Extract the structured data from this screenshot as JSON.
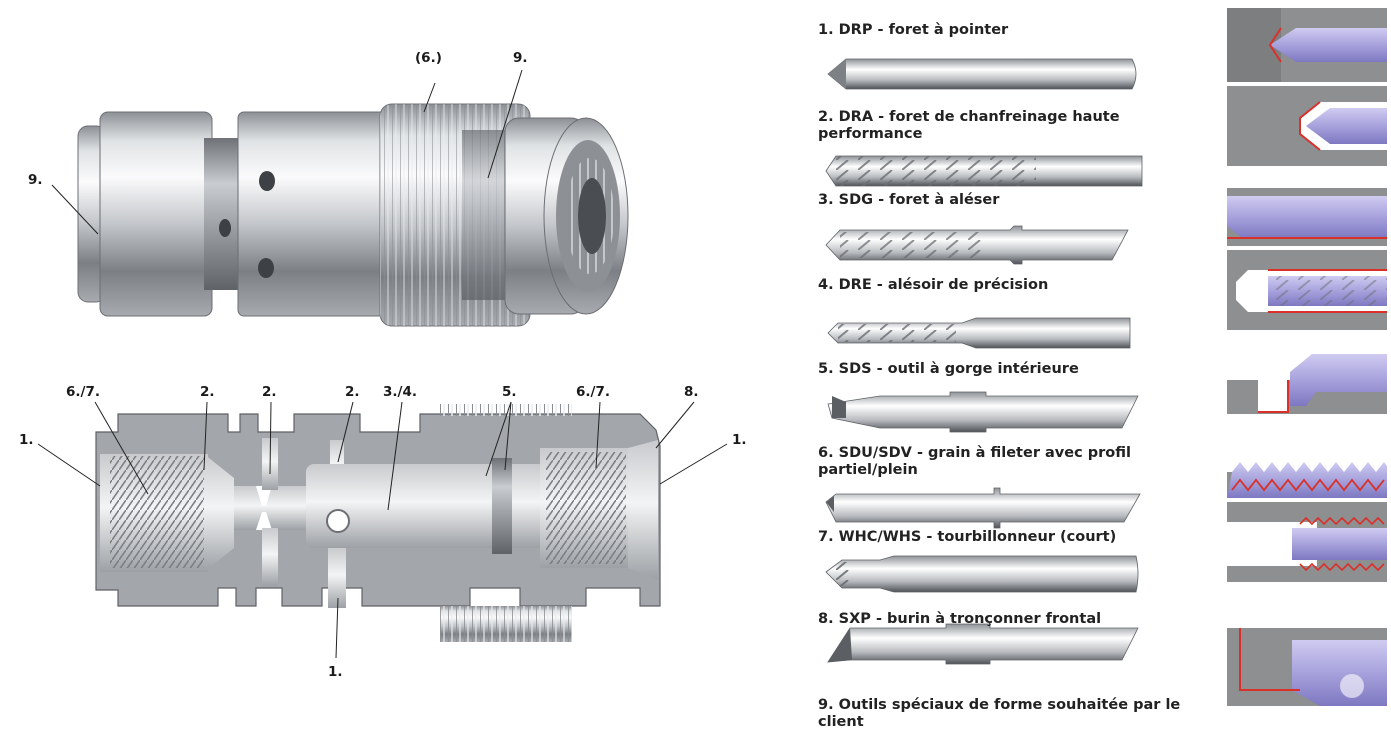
{
  "top_callouts": [
    {
      "id": "t1",
      "text": "(6.)"
    },
    {
      "id": "t2",
      "text": "9."
    },
    {
      "id": "t3",
      "text": "9."
    }
  ],
  "section_callouts": [
    {
      "id": "s1",
      "text": "6./7."
    },
    {
      "id": "s2",
      "text": "2."
    },
    {
      "id": "s3",
      "text": "2."
    },
    {
      "id": "s4",
      "text": "2."
    },
    {
      "id": "s5",
      "text": "3./4."
    },
    {
      "id": "s6",
      "text": "5."
    },
    {
      "id": "s7",
      "text": "6./7."
    },
    {
      "id": "s8",
      "text": "8."
    },
    {
      "id": "s9",
      "text": "1."
    },
    {
      "id": "s10",
      "text": "1."
    },
    {
      "id": "s11",
      "text": "1."
    }
  ],
  "tools": [
    {
      "label": "1. DRP - foret à pointer",
      "icon": "spot-drill-icon"
    },
    {
      "label": "2. DRA - foret de chanfreinage haute performance",
      "icon": "chamfer-drill-icon"
    },
    {
      "label": "3. SDG - foret à aléser",
      "icon": "boring-drill-icon"
    },
    {
      "label": "4. DRE - alésoir de précision",
      "icon": "reamer-icon"
    },
    {
      "label": "5. SDS - outil à gorge intérieure",
      "icon": "internal-grooving-tool-icon"
    },
    {
      "label": "6. SDU/SDV - grain à fileter avec profil partiel/plein",
      "icon": "threading-insert-icon"
    },
    {
      "label": "7. WHC/WHS - tourbillonneur (court)",
      "icon": "thread-whirling-tool-icon"
    },
    {
      "label": "8. SXP - burin à tronçonner frontal",
      "icon": "face-parting-tool-icon"
    },
    {
      "label": "9. Outils spéciaux de forme souhaitée par le client",
      "icon": "special-form-tool-icon"
    }
  ],
  "colors": {
    "background": "#ffffff",
    "metal_light": "#f2f3f4",
    "metal_mid": "#b9bcc0",
    "metal_dark": "#6f7378",
    "section_face": "#a3a6aa",
    "workpiece_gray": "#8e8f91",
    "tool_lavender": "#a9a4dc",
    "cut_line_red": "#d9302a",
    "text": "#222222"
  }
}
